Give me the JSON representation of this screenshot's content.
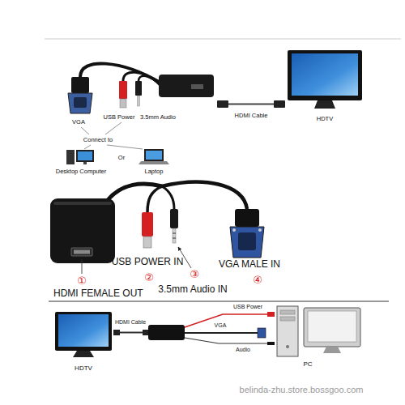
{
  "diagram": {
    "labels": [
      "VGA",
      "USB Power",
      "3.5mm Audio",
      "HDMI Cable",
      "HDTV",
      "Connect to",
      "Desktop Computer",
      "Or",
      "Laptop",
      "①",
      "HDMI FEMALE OUT",
      "USB POWER IN",
      "②",
      "③",
      "3.5mm Audio IN",
      "VGA MALE IN",
      "④",
      "HDMI Cable",
      "VGA",
      "USB Power",
      "Audio",
      "HDTV",
      "PC",
      "belinda-zhu.store.bossgoo.com"
    ]
  }
}
